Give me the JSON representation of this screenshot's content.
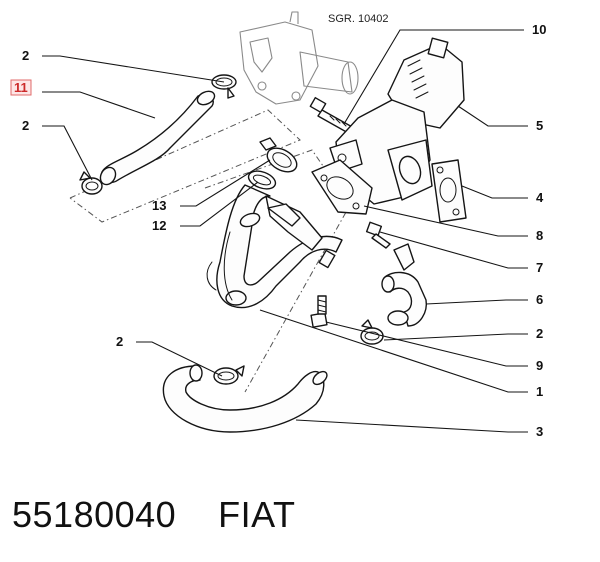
{
  "diagram": {
    "reference": "SGR. 10402",
    "highlighted": "11",
    "callouts": {
      "c2a": "2",
      "c11": "11",
      "c2b": "2",
      "c13": "13",
      "c12": "12",
      "c10": "10",
      "c5": "5",
      "c4": "4",
      "c8": "8",
      "c7": "7",
      "c6": "6",
      "c2c": "2",
      "c9": "9",
      "c1": "1",
      "c2d": "2",
      "c3": "3"
    }
  },
  "footer": {
    "part_number": "55180040",
    "brand": "FIAT"
  }
}
